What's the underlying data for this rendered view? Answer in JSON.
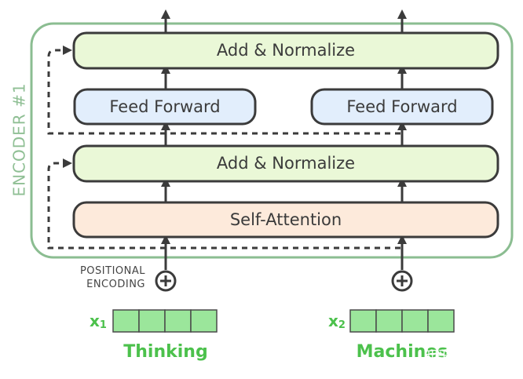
{
  "encoder": {
    "label": "ENCODER #1",
    "border_color": "#8bbd91"
  },
  "blocks": {
    "add_normalize_top": "Add & Normalize",
    "feed_forward_left": "Feed Forward",
    "feed_forward_right": "Feed Forward",
    "add_normalize_bottom": "Add & Normalize",
    "self_attention": "Self-Attention"
  },
  "colors": {
    "add_normalize_fill": "#eaf8d7",
    "feed_forward_fill": "#e2eefc",
    "self_attention_fill": "#fdeadb",
    "block_stroke": "#3b3b3b",
    "vector_fill": "#9be69b",
    "vector_stroke": "#4a4a4a",
    "accent_green": "#4cc14c"
  },
  "positional_encoding": {
    "line1": "POSITIONAL",
    "line2": "ENCODING"
  },
  "inputs": [
    {
      "symbol": "x",
      "subscript": "1",
      "word": "Thinking",
      "cells": 4
    },
    {
      "symbol": "x",
      "subscript": "2",
      "word": "Machines",
      "cells": 4
    }
  ],
  "watermark": "知乎 @yan liu"
}
